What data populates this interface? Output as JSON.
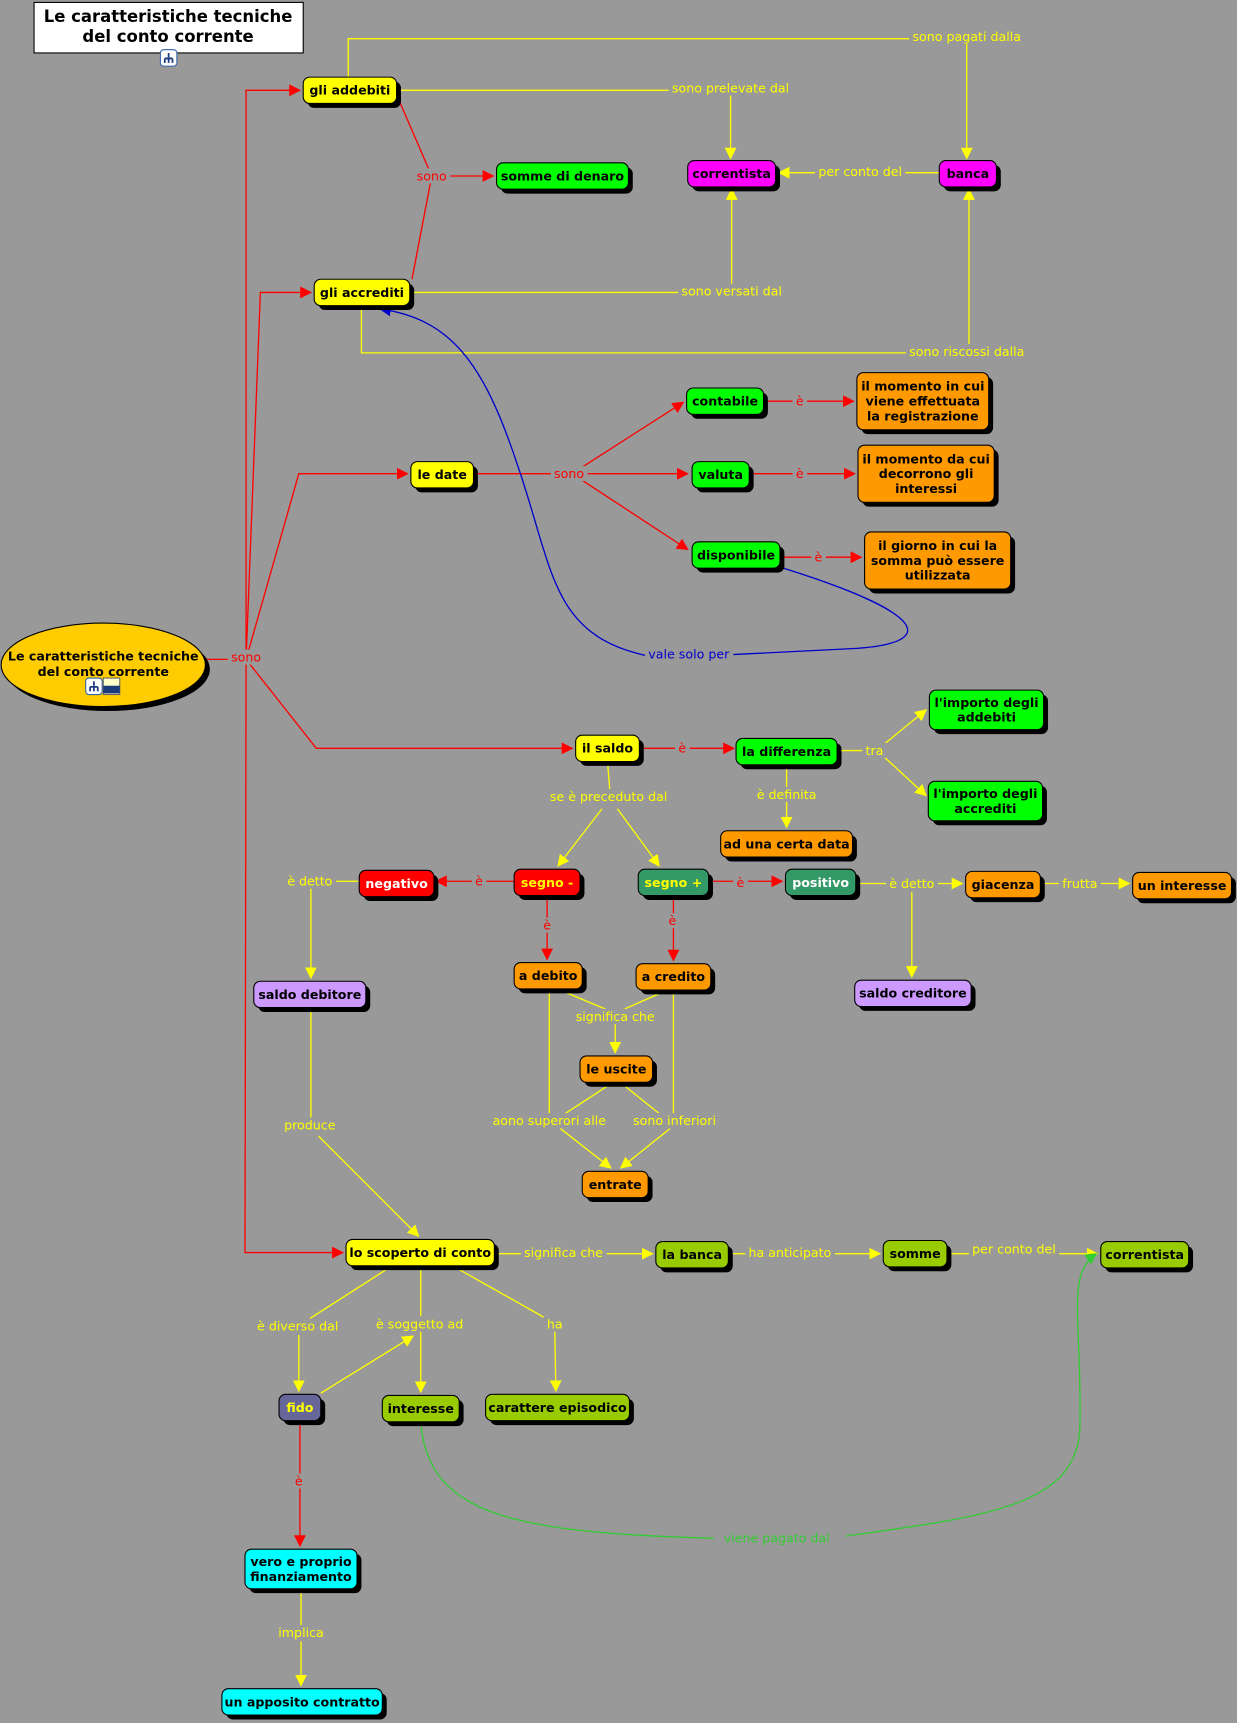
{
  "title": {
    "lines": [
      "Le caratteristiche tecniche",
      "del conto corrente"
    ]
  },
  "root": {
    "lines": [
      "Le caratteristiche tecniche",
      "del conto corrente"
    ],
    "icons": [
      "map-icon",
      "html-icon"
    ]
  },
  "nodes": {
    "addebiti": {
      "lines": [
        "gli addebiti"
      ]
    },
    "somme_denaro": {
      "lines": [
        "somme di denaro"
      ]
    },
    "correntista_top": {
      "lines": [
        "correntista"
      ]
    },
    "banca_top": {
      "lines": [
        "banca"
      ]
    },
    "accrediti": {
      "lines": [
        "gli accrediti"
      ]
    },
    "contabile": {
      "lines": [
        "contabile"
      ]
    },
    "valuta": {
      "lines": [
        "valuta"
      ]
    },
    "disponibile": {
      "lines": [
        "disponibile"
      ]
    },
    "momento_in_cui": {
      "lines": [
        "il momento in cui",
        "viene effettuata",
        "la registrazione"
      ]
    },
    "momento_da_cui": {
      "lines": [
        "il momento da cui",
        "decorrono gli",
        "interessi"
      ]
    },
    "giorno": {
      "lines": [
        "il giorno in cui la",
        "somma può essere",
        "utilizzata"
      ]
    },
    "le_date": {
      "lines": [
        "le date"
      ]
    },
    "saldo": {
      "lines": [
        "il saldo"
      ]
    },
    "differenza": {
      "lines": [
        "la differenza"
      ]
    },
    "importo_addebiti": {
      "lines": [
        "l'importo degli",
        "addebiti"
      ]
    },
    "importo_accrediti": {
      "lines": [
        "l'importo degli",
        "accrediti"
      ]
    },
    "certa_data": {
      "lines": [
        "ad una certa data"
      ]
    },
    "negativo": {
      "lines": [
        "negativo"
      ]
    },
    "segno_meno": {
      "lines": [
        "segno -"
      ]
    },
    "segno_piu": {
      "lines": [
        "segno +"
      ]
    },
    "positivo": {
      "lines": [
        "positivo"
      ]
    },
    "giacenza": {
      "lines": [
        "giacenza"
      ]
    },
    "un_interesse": {
      "lines": [
        "un interesse"
      ]
    },
    "saldo_debitore": {
      "lines": [
        "saldo debitore"
      ]
    },
    "saldo_creditore": {
      "lines": [
        "saldo creditore"
      ]
    },
    "a_debito": {
      "lines": [
        "a debito"
      ]
    },
    "a_credito": {
      "lines": [
        "a credito"
      ]
    },
    "le_uscite": {
      "lines": [
        "le uscite"
      ]
    },
    "entrate": {
      "lines": [
        "entrate"
      ]
    },
    "scoperto": {
      "lines": [
        "lo scoperto di conto"
      ]
    },
    "la_banca": {
      "lines": [
        "la banca"
      ]
    },
    "somme": {
      "lines": [
        "somme"
      ]
    },
    "correntista_bottom": {
      "lines": [
        "correntista"
      ]
    },
    "fido": {
      "lines": [
        "fido"
      ]
    },
    "interesse": {
      "lines": [
        "interesse"
      ]
    },
    "carattere": {
      "lines": [
        "carattere episodico"
      ]
    },
    "finanziamento": {
      "lines": [
        "vero e proprio",
        "finanziamento"
      ]
    },
    "contratto": {
      "lines": [
        "un apposito contratto"
      ]
    }
  },
  "labels": {
    "sono_root": "sono",
    "sono_addebiti": "sono",
    "sono_date": "sono",
    "e_contabile": "è",
    "e_valuta": "è",
    "e_disponibile": "è",
    "e_saldo": "è",
    "e_negativo": "è",
    "e_debito": "è",
    "e_credito": "è",
    "e_positivo": "è",
    "e_fido": "è",
    "pagati_dalla": "sono pagati dalla",
    "prelevate_dal": "sono prelevate dal",
    "per_conto_top": "per conto del",
    "versati_dal": "sono versati dal",
    "riscossi_dalla": "sono riscossi dalla",
    "tra": "tra",
    "definita": "è definita",
    "preceduto": "se è preceduto dal",
    "detto_neg": "è detto",
    "detto_pos": "è detto",
    "frutta": "frutta",
    "significa_che_1": "significa che",
    "superori": "aono superori alle",
    "inferiori": "sono inferiori",
    "produce": "produce",
    "significa_che_2": "significa che",
    "anticipato": "ha anticipato",
    "per_conto_bottom": "per conto del",
    "diverso": "è diverso dal",
    "soggetto": "è soggetto ad",
    "ha": "ha",
    "implica": "implica",
    "vale_solo": "vale solo per",
    "viene_pagato": "viene pagato dal"
  },
  "colors": {
    "background": "#999999",
    "yellow": "#ffff00",
    "green": "#00ff00",
    "magenta": "#ff00ff",
    "orange": "#ff9900",
    "red": "#ff0000",
    "teal": "#339966",
    "lilac": "#cc99ff",
    "olive": "#99cc00",
    "slate": "#666699",
    "cyan": "#00ffff",
    "root": "#ffcc00"
  }
}
